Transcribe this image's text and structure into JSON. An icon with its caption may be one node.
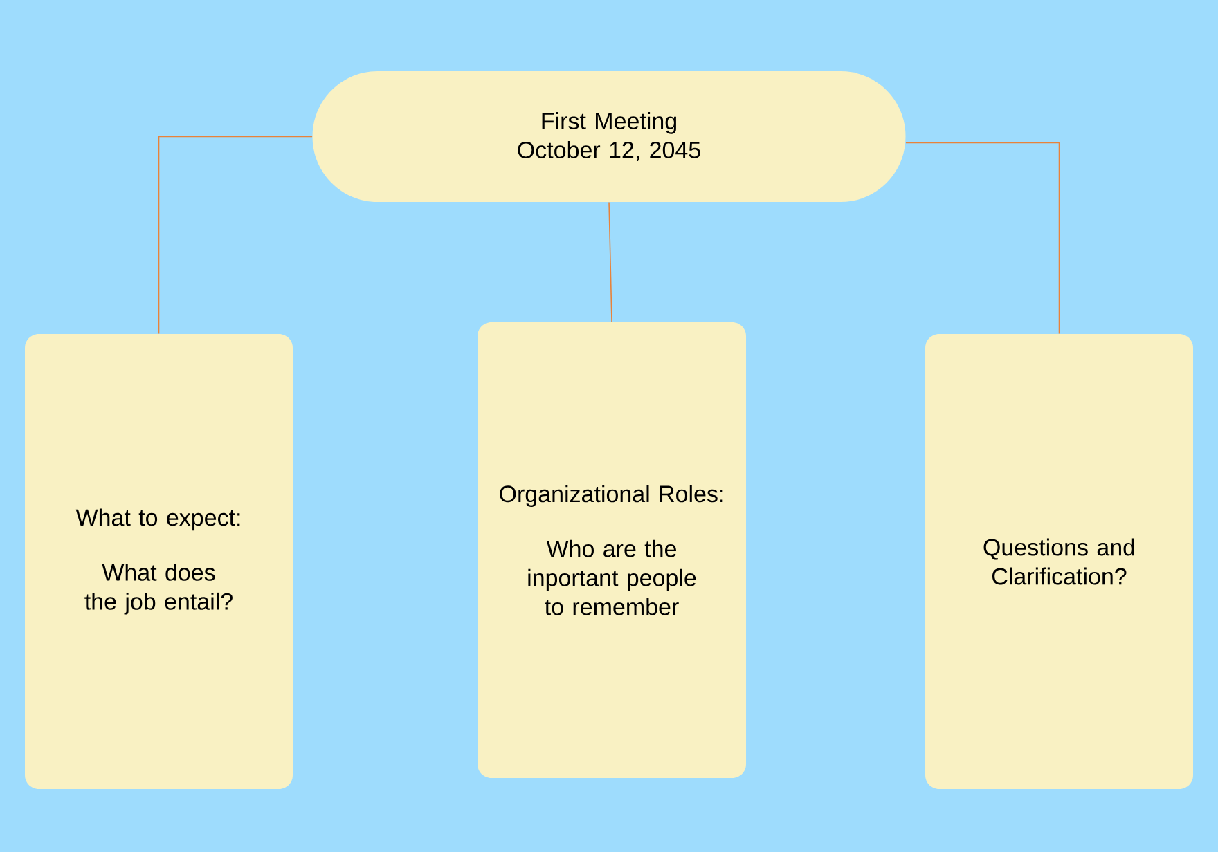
{
  "diagram": {
    "nodes": [
      {
        "text": [
          "First Meeting",
          "October 12, 2045"
        ]
      },
      {
        "text": [
          "What to expect:",
          "What does the job entail?"
        ]
      },
      {
        "text": [
          "Organizational Roles:",
          "Who are the inportant people to remember"
        ]
      },
      {
        "text": [
          "Questions and Clarification?"
        ]
      }
    ],
    "edges": [
      {
        "from": 0,
        "to": 1,
        "arrow": "none"
      },
      {
        "from": 0,
        "to": 2,
        "arrow": "none"
      },
      {
        "from": 0,
        "to": 3,
        "arrow": "none"
      }
    ]
  }
}
